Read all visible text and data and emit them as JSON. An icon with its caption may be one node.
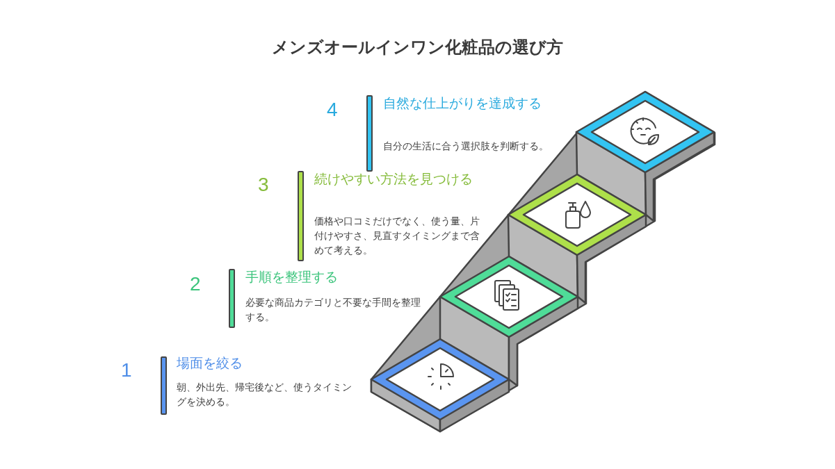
{
  "diagram": {
    "title": "メンズオールインワン化粧品の選び方",
    "labels": [
      "4",
      "自然な仕上がりを達成する",
      "自分の生活に合う選択肢を判断する。",
      "3",
      "続けやすい方法を見つける",
      "価格や口コミだけでなく、使う量、片付けやすさ、見直すタイミングまで含めて考える。",
      "2",
      "手順を整理する",
      "必要な商品カテゴリと不要な手間を整理する。",
      "1",
      "場面を絞る",
      "朝、外出先、帰宅後など、使うタイミングを決める。"
    ]
  }
}
